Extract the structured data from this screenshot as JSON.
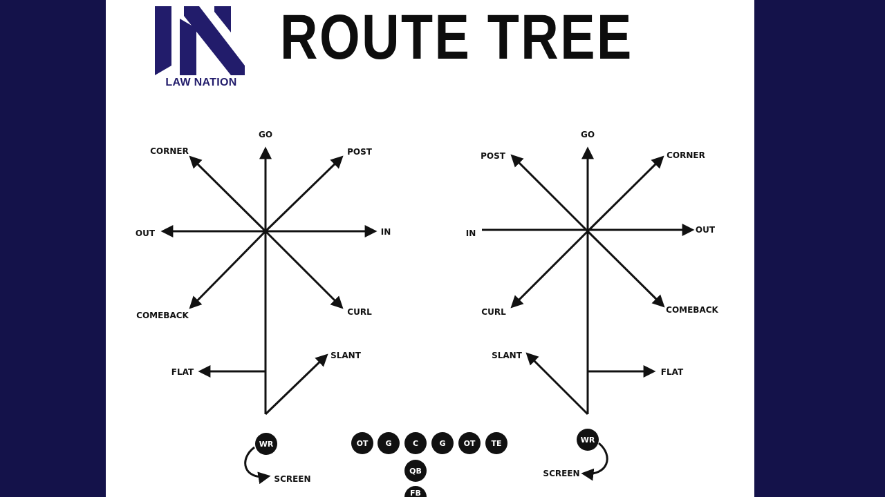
{
  "header": {
    "title": "ROUTE TREE",
    "logo_text": "LAW NATION"
  },
  "colors": {
    "background": "#14124a",
    "panel": "#ffffff",
    "brand": "#221c6b",
    "ink": "#111111"
  },
  "left_tree": {
    "go": "GO",
    "corner": "CORNER",
    "post": "POST",
    "out": "OUT",
    "in": "IN",
    "comeback": "COMEBACK",
    "curl": "CURL",
    "slant": "SLANT",
    "flat": "FLAT",
    "screen": "SCREEN",
    "receiver": "WR"
  },
  "right_tree": {
    "go": "GO",
    "post": "POST",
    "corner": "CORNER",
    "in": "IN",
    "out": "OUT",
    "curl": "CURL",
    "comeback": "COMEBACK",
    "slant": "SLANT",
    "flat": "FLAT",
    "screen": "SCREEN",
    "receiver": "WR"
  },
  "formation": {
    "line": [
      "OT",
      "G",
      "C",
      "G",
      "OT",
      "TE"
    ],
    "qb": "QB",
    "fb": "FB"
  }
}
